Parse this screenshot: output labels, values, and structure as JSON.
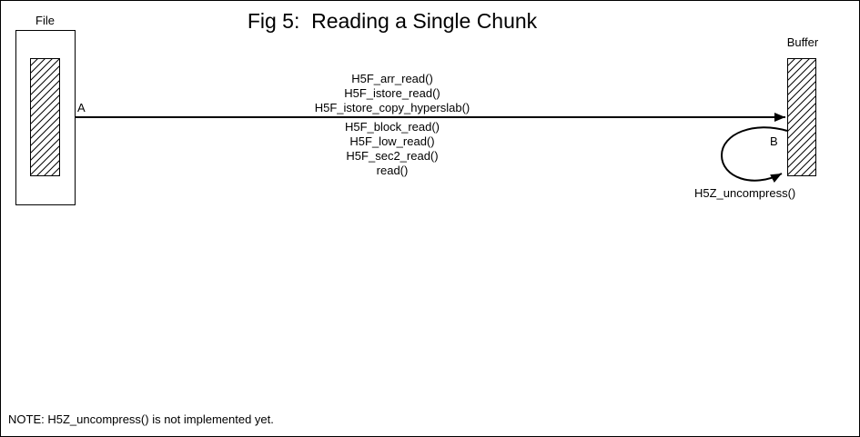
{
  "title": "Fig 5:  Reading a Single Chunk",
  "file": {
    "label": "File"
  },
  "buffer": {
    "label": "Buffer"
  },
  "arrow": {
    "point_a": "A",
    "point_b": "B"
  },
  "callstack": {
    "above_line": [
      "H5F_arr_read()",
      "H5F_istore_read()",
      "H5F_istore_copy_hyperslab()"
    ],
    "below_line": [
      "H5F_block_read()",
      "H5F_low_read()",
      "H5F_sec2_read()",
      "read()"
    ]
  },
  "loop": {
    "label": "H5Z_uncompress()"
  },
  "note": "NOTE: H5Z_uncompress() is not implemented yet.",
  "colors": {
    "ink": "#000000",
    "background": "#ffffff"
  }
}
